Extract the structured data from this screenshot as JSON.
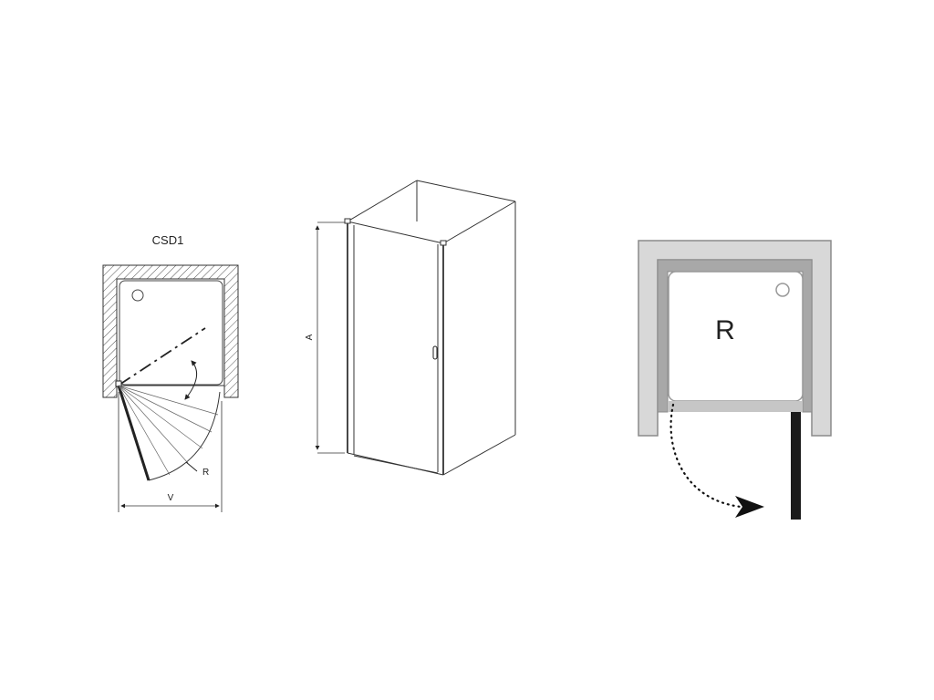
{
  "plan": {
    "model_label": "CSD1",
    "radius_label": "R",
    "width_label": "V"
  },
  "elevation": {
    "height_label": "A"
  },
  "orientation": {
    "side_label": "R"
  },
  "colors": {
    "line": "#222222",
    "hatch": "#555555",
    "wall_fill": "#cfcfcf",
    "wall_stroke": "#8a8a8a",
    "profile": "#1a1a1a"
  }
}
